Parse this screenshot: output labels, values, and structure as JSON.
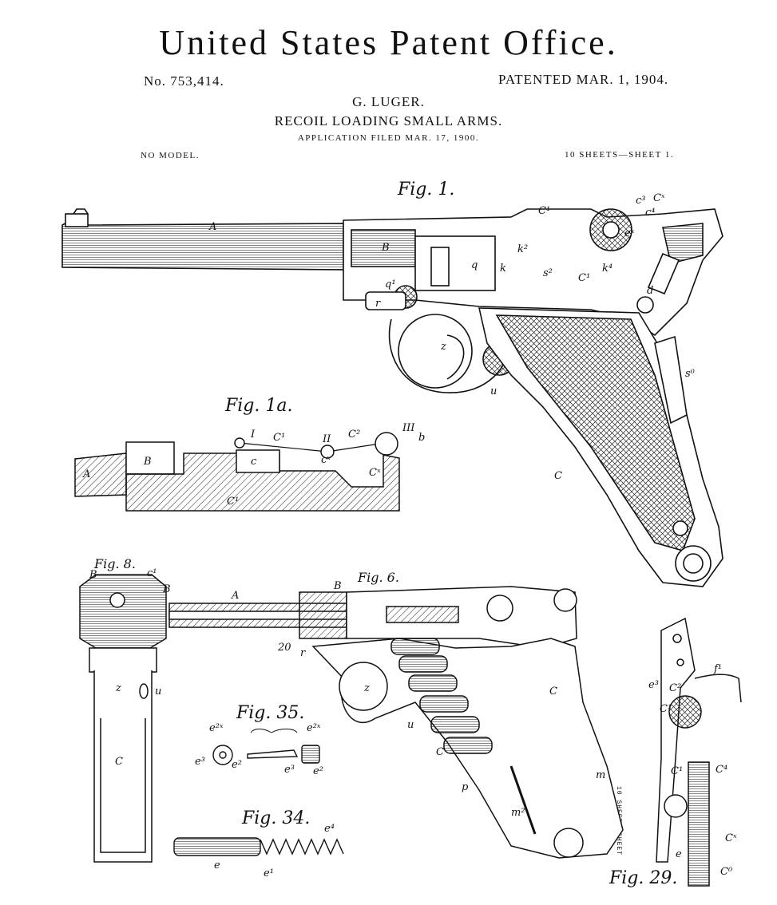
{
  "header": {
    "office": "United States Patent Office.",
    "patent_no": "No. 753,414.",
    "patented": "PATENTED MAR. 1, 1904.",
    "inventor": "G. LUGER.",
    "invention": "RECOIL LOADING SMALL ARMS.",
    "application": "APPLICATION FILED MAR. 17, 1900.",
    "model": "NO MODEL.",
    "sheets": "10 SHEETS—SHEET 1."
  },
  "figures": {
    "fig1": "Fig. 1.",
    "fig1a": "Fig. 1a.",
    "fig8": "Fig. 8.",
    "fig6": "Fig. 6.",
    "fig35": "Fig. 35.",
    "fig34": "Fig. 34.",
    "fig29": "Fig. 29."
  },
  "margin_note": "10 SHEETS—SHEET",
  "labels": {
    "fig1": [
      "A",
      "B",
      "C1",
      "C3",
      "Cx",
      "c4",
      "ex",
      "k2",
      "k",
      "s2",
      "C1",
      "k4",
      "q",
      "q1",
      "r",
      "d",
      "z",
      "u",
      "s0",
      "C"
    ],
    "fig1a": [
      "A",
      "B",
      "c",
      "C1",
      "I",
      "C1",
      "II",
      "cx",
      "C2",
      "III",
      "b",
      "Cx"
    ],
    "fig8": [
      "B",
      "c1",
      "B",
      "z",
      "u",
      "C"
    ],
    "fig6": [
      "A",
      "B",
      "20",
      "r",
      "z",
      "u",
      "C",
      "m",
      "m2",
      "p",
      "C"
    ],
    "fig35": [
      "e2x",
      "e2x",
      "e3",
      "e2",
      "e3",
      "e2"
    ],
    "fig34": [
      "e4",
      "e",
      "e1"
    ],
    "fig29": [
      "e3",
      "C2",
      "f1",
      "C1",
      "C4",
      "C0",
      "Cx",
      "e"
    ]
  }
}
